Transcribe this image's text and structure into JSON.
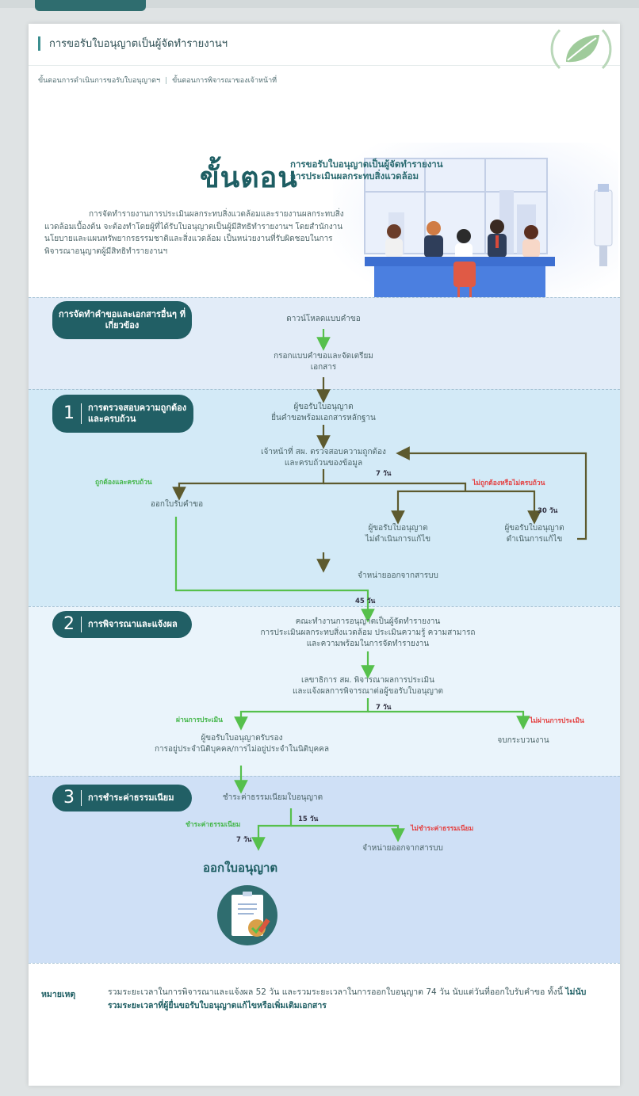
{
  "header": {
    "title": "การขอรับใบอนุญาตเป็นผู้จัดทำรายงานฯ",
    "logo_icon": "leaf-logo-icon"
  },
  "breadcrumb": {
    "item1": "ขั้นตอนการดำเนินการขอรับใบอนุญาตฯ",
    "separator": "|",
    "item2": "ขั้นตอนการพิจารณาของเจ้าหน้าที่"
  },
  "hero": {
    "big_word": "ขั้นตอน",
    "subtitle_line1": "การขอรับใบอนุญาตเป็นผู้จัดทำรายงาน",
    "subtitle_line2": "การประเมินผลกระทบสิ่งแวดล้อม",
    "intro": "การจัดทำรายงานการประเมินผลกระทบสิ่งแวดล้อมและรายงานผลกระทบสิ่งแวดล้อมเบื้องต้น จะต้องทำโดยผู้ที่ได้รับใบอนุญาตเป็นผู้มีสิทธิทำรายงานฯ โดยสำนักงานนโยบายและแผนทรัพยากรธรรมชาติและสิ่งแวดล้อม เป็นหน่วยงานที่รับผิดชอบในการพิจารณาอนุญาตผู้มีสิทธิทำรายงานฯ"
  },
  "section0": {
    "pill": "การจัดทำคำขอและเอกสารอื่นๆ ที่เกี่ยวข้อง",
    "step1": "ดาวน์โหลดแบบคำขอ",
    "step2_line1": "กรอกแบบคำขอและจัดเตรียม",
    "step2_line2": "เอกสาร"
  },
  "section1": {
    "number": "1",
    "pill_line1": "การตรวจสอบความถูกต้อง",
    "pill_line2": "และครบถ้วน",
    "submit_line1": "ผู้ขอรับใบอนุญาต",
    "submit_line2": "ยื่นคำขอพร้อมเอกสารหลักฐาน",
    "check_line1": "เจ้าหน้าที่ สผ. ตรวจสอบความถูกต้อง",
    "check_line2": "และครบถ้วนของข้อมูล",
    "dur_check": "7 วัน",
    "label_ok": "ถูกต้องและครบถ้วน",
    "label_bad": "ไม่ถูกต้องหรือไม่ครบถ้วน",
    "receipt": "ออกใบรับคำขอ",
    "dur_fix": "30 วัน",
    "nofix_line1": "ผู้ขอรับใบอนุญาต",
    "nofix_line2": "ไม่ดำเนินการแก้ไข",
    "fix_line1": "ผู้ขอรับใบอนุญาต",
    "fix_line2": "ดำเนินการแก้ไข",
    "dispose": "จำหน่ายออกจากสารบบ",
    "dur_45": "45 วัน"
  },
  "section2": {
    "number": "2",
    "pill": "การพิจารณาและแจ้งผล",
    "committee_line1": "คณะทำงานการอนุญาตเป็นผู้จัดทำรายงาน",
    "committee_line2": "การประเมินผลกระทบสิ่งแวดล้อม ประเมินความรู้ ความสามารถ",
    "committee_line3": "และความพร้อมในการจัดทำรายงาน",
    "sec_line1": "เลขาธิการ สผ. พิจารณาผลการประเมิน",
    "sec_line2": "และแจ้งผลการพิจารณาต่อผู้ขอรับใบอนุญาต",
    "dur": "7 วัน",
    "label_pass": "ผ่านการประเมิน",
    "label_fail": "ไม่ผ่านการประเมิน",
    "pass_line1": "ผู้ขอรับใบอนุญาตรับรอง",
    "pass_line2": "การอยู่ประจำนิติบุคคล/การไม่อยู่ประจำในนิติบุคคล",
    "fail": "จบกระบวนงาน"
  },
  "section3": {
    "number": "3",
    "pill": "การชำระค่าธรรมเนียม",
    "pay": "ชำระค่าธรรมเนียมใบอนุญาต",
    "dur_15": "15 วัน",
    "label_paid": "ชำระค่าธรรมเนียม",
    "label_unpaid": "ไม่ชำระค่าธรรมเนียม",
    "dur_7": "7 วัน",
    "dispose": "จำหน่ายออกจากสารบบ",
    "final": "ออกใบอนุญาต",
    "doc_icon": "license-document-icon"
  },
  "note": {
    "key": "หมายเหตุ",
    "text": "รวมระยะเวลาในการพิจารณาและแจ้งผล 52 วัน และรวมระยะเวลาในการออกใบอนุญาต 74 วัน นับแต่วันที่ออกใบรับคำขอ ทั้งนี้ ",
    "text_bold": "ไม่นับรวมระยะเวลาที่ผู้ยื่นขอรับใบอนุญาตแก้ไขหรือเพิ่มเติมเอกสาร"
  },
  "colors": {
    "teal_dark": "#215f65",
    "arrow_olive": "#5d5a2e",
    "arrow_green": "#56c04c",
    "ok_green": "#43b649",
    "bad_red": "#e44040"
  }
}
